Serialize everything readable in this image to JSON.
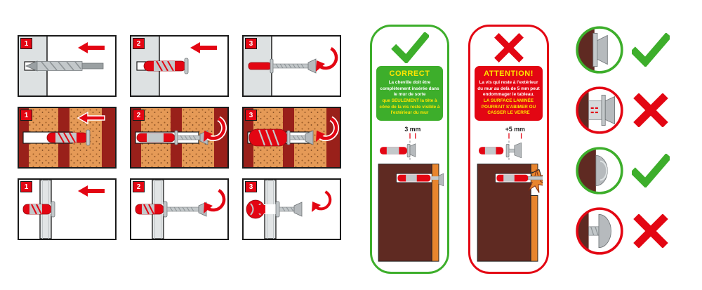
{
  "steps": {
    "rows": [
      {
        "material": "concrete",
        "panels": [
          {
            "num": "1"
          },
          {
            "num": "2"
          },
          {
            "num": "3"
          }
        ]
      },
      {
        "material": "brick",
        "panels": [
          {
            "num": "1"
          },
          {
            "num": "2"
          },
          {
            "num": "3"
          }
        ]
      },
      {
        "material": "plasterboard",
        "panels": [
          {
            "num": "1"
          },
          {
            "num": "2"
          },
          {
            "num": "3"
          }
        ]
      }
    ]
  },
  "correct_panel": {
    "title": "CORRECT",
    "body_line1": "La cheville doit être complètement insérée dans le mur de sorte",
    "body_line2": "que SEULEMENT la tête à cône de la vis reste visible à l'extérieur du mur",
    "measurement": "3 mm"
  },
  "attention_panel": {
    "title": "ATTENTION!",
    "body_line1": "La vis qui reste à l'extérieur du mur au delà de 5 mm peut endommager le tableau.",
    "body_line2": "LA SURFACE LAMINÉE POURRAIT S'ABIMER OU CASSER LE VERRE",
    "measurement": "+5 mm"
  },
  "results": [
    {
      "verdict": "correct"
    },
    {
      "verdict": "incorrect"
    },
    {
      "verdict": "correct"
    },
    {
      "verdict": "incorrect"
    }
  ],
  "colors": {
    "red": "#e30613",
    "green": "#3dae2b",
    "yellow": "#ffe600",
    "wall_gray": "#dde1e2",
    "brick_orange": "#e59a57",
    "brick_maroon": "#99201a",
    "wall_brown": "#5f2a22",
    "panel_orange": "#e8852e",
    "metal_gray": "#c3c8ca"
  }
}
